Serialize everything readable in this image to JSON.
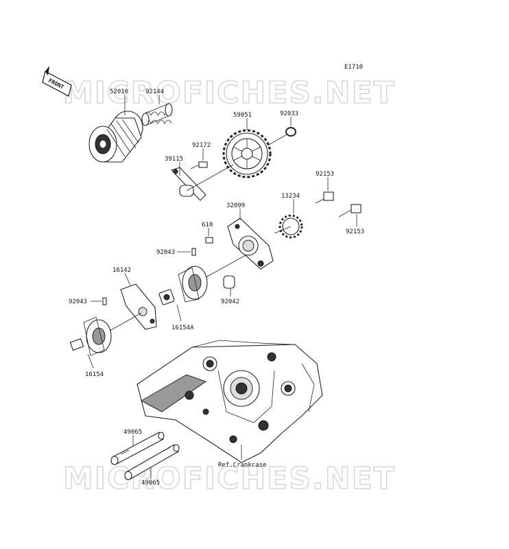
{
  "diagram_code": "E1710",
  "front_label": "FRONT",
  "watermark": "MICROFICHES.NET",
  "ref_label": "Ref.Crankcase",
  "labels": {
    "p52010": "52010",
    "p92144": "92144",
    "p59051": "59051",
    "p92033": "92033",
    "p92172": "92172",
    "p39115": "39115",
    "p92153a": "92153",
    "p13234": "13234",
    "p32099": "32099",
    "p92153b": "92153",
    "p610": "610",
    "p92043a": "92043",
    "p16142": "16142",
    "p92042": "92042",
    "p92043b": "92043",
    "p16154A": "16154A",
    "p16154": "16154",
    "p49065a": "49065",
    "p49065b": "49065"
  }
}
